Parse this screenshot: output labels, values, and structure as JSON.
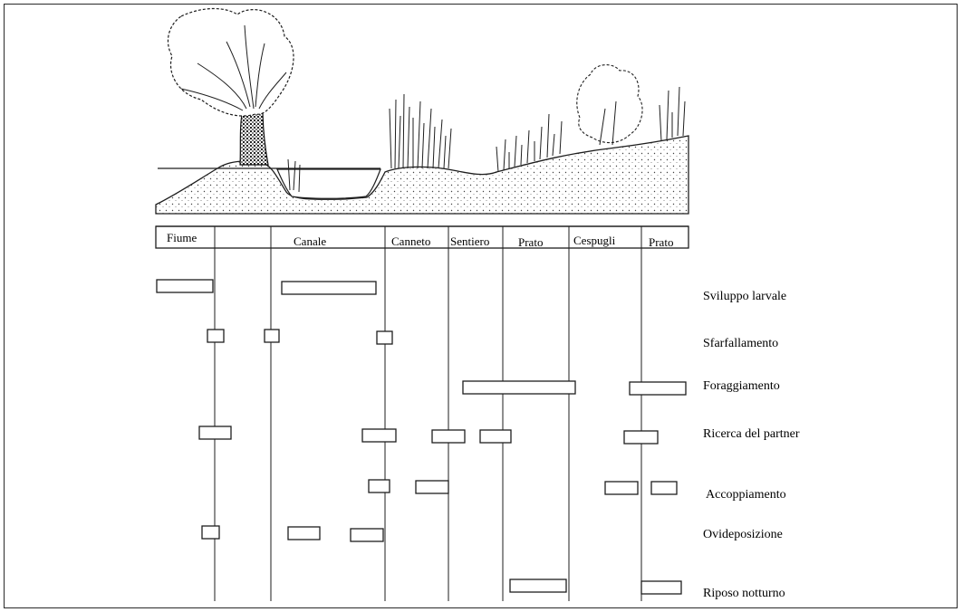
{
  "colors": {
    "ink": "#1e1e1e",
    "paper": "#ffffff",
    "stipple": "#444444",
    "water": "#ffffff"
  },
  "habitats": [
    {
      "id": "fiume",
      "label": "Fiume"
    },
    {
      "id": "canale",
      "label": "Canale"
    },
    {
      "id": "canneto",
      "label": "Canneto"
    },
    {
      "id": "sentiero",
      "label": "Sentiero"
    },
    {
      "id": "prato",
      "label": "Prato"
    },
    {
      "id": "cespugli",
      "label": "Cespugli"
    },
    {
      "id": "prato2",
      "label": "Prato"
    }
  ],
  "activities": [
    {
      "id": "sviluppo-larvale",
      "label": "Sviluppo larvale"
    },
    {
      "id": "sfarfallamento",
      "label": "Sfarfallamento"
    },
    {
      "id": "foraggiamento",
      "label": "Foraggiamento"
    },
    {
      "id": "ricerca-partner",
      "label": "Ricerca del partner"
    },
    {
      "id": "accoppiamento",
      "label": "Accoppiamento"
    },
    {
      "id": "ovideposizione",
      "label": "Ovideposizione"
    },
    {
      "id": "riposo-notturno",
      "label": "Riposo notturno"
    }
  ],
  "illustration": {
    "icons": [
      "willow-tree-icon",
      "reed-bed-icon",
      "meadow-grass-icon",
      "shrub-icon",
      "water-channel-icon"
    ]
  }
}
